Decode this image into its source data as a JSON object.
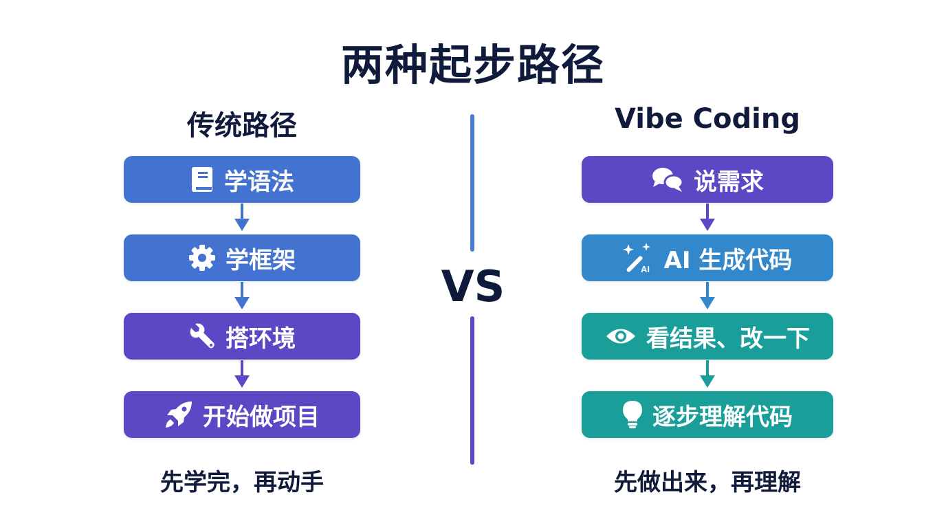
{
  "title": "两种起步路径",
  "vs_label": "VS",
  "colors": {
    "text_dark": "#101a3a",
    "blue": "#4472d0",
    "purple": "#5b48c4",
    "sky": "#3388cc",
    "teal": "#1a9e9a",
    "divider_top": "#4a7bd4",
    "divider_bottom": "#5b48c4"
  },
  "left": {
    "heading": "传统路径",
    "steps": [
      {
        "label": "学语法",
        "icon": "book-icon",
        "color": "#4472d0"
      },
      {
        "label": "学框架",
        "icon": "gear-icon",
        "color": "#4472d0"
      },
      {
        "label": "搭环境",
        "icon": "wrench-icon",
        "color": "#5b48c4"
      },
      {
        "label": "开始做项目",
        "icon": "rocket-icon",
        "color": "#5b48c4"
      }
    ],
    "footer": "先学完，再动手"
  },
  "right": {
    "heading": "Vibe Coding",
    "steps": [
      {
        "label": "说需求",
        "icon": "chat-bubbles-icon",
        "color": "#5b48c4"
      },
      {
        "label": "AI 生成代码",
        "icon": "ai-magic-wand-icon",
        "color": "#3388cc"
      },
      {
        "label": "看结果、改一下",
        "icon": "eye-icon",
        "color": "#1a9e9a"
      },
      {
        "label": "逐步理解代码",
        "icon": "lightbulb-icon",
        "color": "#1a9e9a"
      }
    ],
    "footer": "先做出来，再理解"
  }
}
